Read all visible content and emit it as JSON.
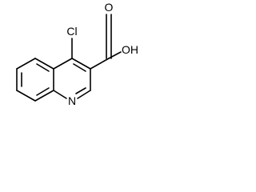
{
  "molecule": {
    "atom_labels": {
      "chlorine": "Cl",
      "hydroxyl": "OH",
      "carbonyl_oxygen": "O",
      "ring_nitrogen": "N"
    }
  }
}
